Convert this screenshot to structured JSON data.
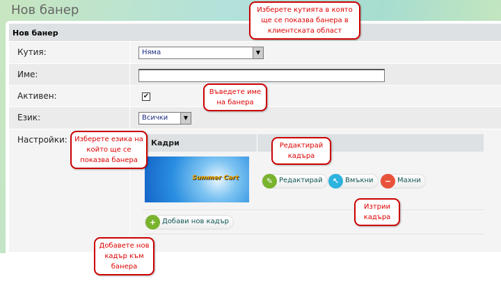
{
  "page_title": "Нов банер",
  "section_header": "Нов банер",
  "fields": {
    "box": {
      "label": "Кутия:",
      "value": "Няма"
    },
    "name": {
      "label": "Име:",
      "value": ""
    },
    "active": {
      "label": "Активен:",
      "checked": true
    },
    "language": {
      "label": "Език:",
      "value": "Всички"
    },
    "settings": {
      "label": "Настройки:"
    }
  },
  "frames": {
    "header": "Кадри",
    "banner_logo": "Summer Cart",
    "buttons": {
      "edit": "Редактирай",
      "insert": "Вмъкни",
      "remove": "Махни"
    },
    "add": "Добави нов кадър"
  },
  "callouts": {
    "box": "Изберете кутията в която ще се показва банера в клиентската област",
    "name": "Въведете име на банера",
    "language": "Изберете езика на който ще се показва банера",
    "edit": "Редактирай кадъра",
    "delete": "Изтрии кадъра",
    "add": "Добавете нов кадър към банера"
  }
}
